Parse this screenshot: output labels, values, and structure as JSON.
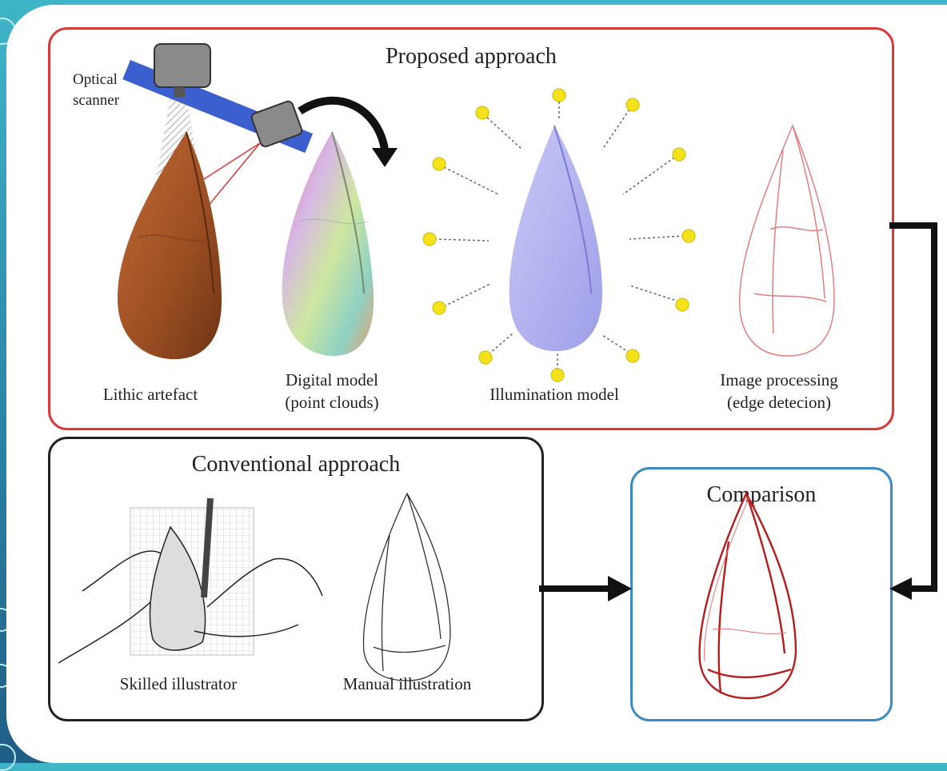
{
  "proposed": {
    "title": "Proposed approach",
    "scanner_label_1": "Optical",
    "scanner_label_2": "scanner",
    "steps": [
      {
        "line1": "Lithic artefact",
        "line2": ""
      },
      {
        "line1": "Digital model",
        "line2": "(point clouds)"
      },
      {
        "line1": "Illumination model",
        "line2": ""
      },
      {
        "line1": "Image processing",
        "line2": "(edge detecion)"
      }
    ]
  },
  "conventional": {
    "title": "Conventional approach",
    "steps": [
      {
        "line1": "Skilled illustrator"
      },
      {
        "line1": "Manual illustration"
      }
    ]
  },
  "comparison": {
    "title": "Comparison"
  },
  "colors": {
    "proposed_border": "#d83a3a",
    "conventional_border": "#222222",
    "comparison_border": "#3a8dc4",
    "artefact_brown": "#9a4e22",
    "illumination_blue": "#b8b8f2",
    "edge_red": "#c62828",
    "light_yellow": "#f4e21a"
  }
}
